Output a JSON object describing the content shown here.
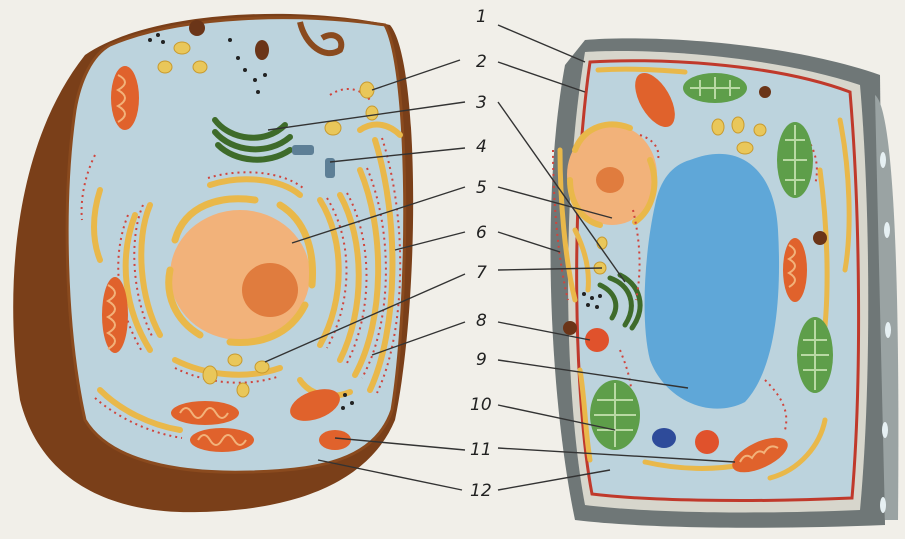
{
  "labels": [
    "1",
    "2",
    "3",
    "4",
    "5",
    "6",
    "7",
    "8",
    "9",
    "10",
    "11",
    "12"
  ],
  "colors": {
    "background": "#f1efe9",
    "cytoplasm": "#bcd3dd",
    "animal_membrane": "#8a4a1e",
    "cell_wall": "#6f7777",
    "plant_membrane": "#c0392b",
    "nucleus": "#f2b27a",
    "nucleolus": "#e07c3e",
    "vacuole": "#5fa7d8",
    "er": "#e9b84a",
    "ribosome": "#d0443c",
    "mitochondrion": "#e0622c",
    "golgi": "#3e6b2a",
    "chloroplast": "#5e9e4a",
    "leader_line": "#333333"
  }
}
